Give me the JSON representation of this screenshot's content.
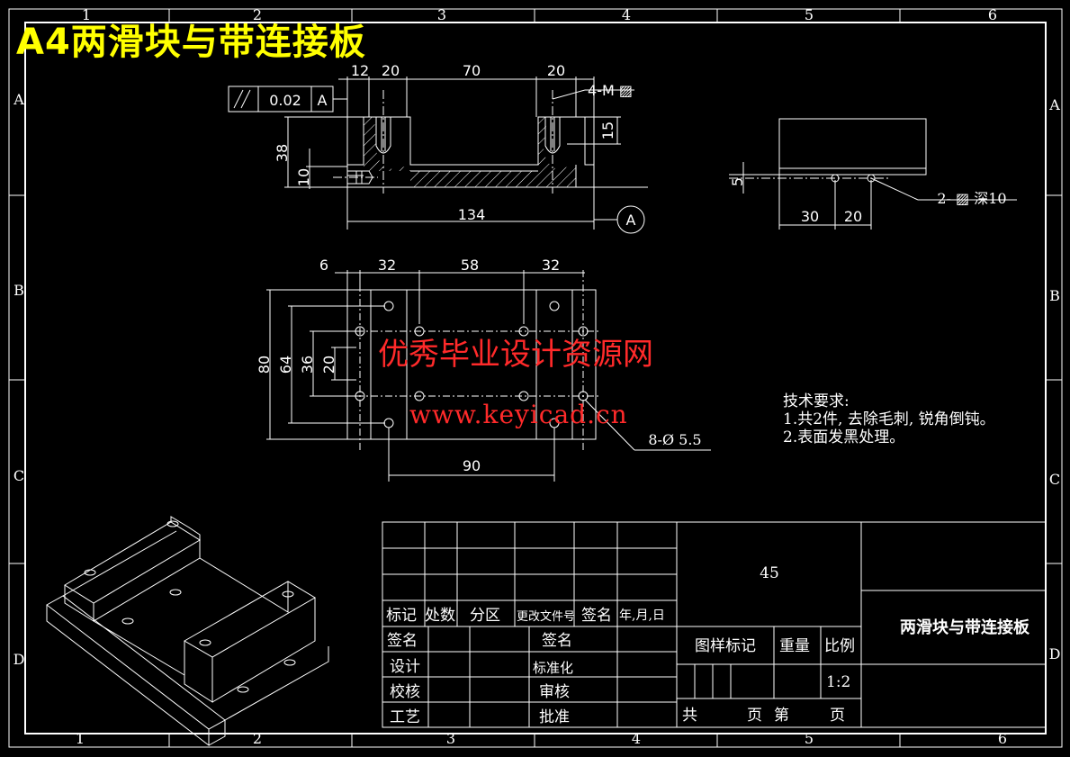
{
  "drawing": {
    "title": "A4两滑块与带连接板",
    "watermark_cn": "优秀毕业设计资源网",
    "watermark_url": "www.keyicad.cn",
    "frame": {
      "columns_top": [
        "1",
        "2",
        "3",
        "4",
        "5",
        "6"
      ],
      "columns_bottom": [
        "1",
        "2",
        "3",
        "4",
        "5",
        "6"
      ],
      "rows_left": [
        "A",
        "B",
        "C",
        "D"
      ],
      "rows_right": [
        "A",
        "B",
        "C",
        "D"
      ]
    },
    "front_view": {
      "dims_top": [
        "12",
        "20",
        "70",
        "20"
      ],
      "thread_note": "4-M ▨",
      "dim_15": "15",
      "dim_38": "38",
      "dim_10": "10",
      "dim_134": "134",
      "tolerance": {
        "symbol": "//",
        "value": "0.02",
        "datum": "A"
      },
      "datum_label": "A"
    },
    "side_view": {
      "dim_5": "5",
      "dim_30": "30",
      "dim_20": "20",
      "hole_note": "2- ▨ 深10"
    },
    "top_view": {
      "dims_top": [
        "6",
        "32",
        "58",
        "32"
      ],
      "dims_left": [
        "80",
        "64",
        "36",
        "20"
      ],
      "dim_90": "90",
      "hole_note": "8-Ø 5.5"
    },
    "tech_requirements": {
      "heading": "技术要求:",
      "items": [
        "1.共2件, 去除毛刺, 锐角倒钝。",
        "2.表面发黑处理。"
      ]
    },
    "title_block": {
      "material": "45",
      "part_name": "两滑块与带连接板",
      "header_row": [
        "标记",
        "处数",
        "分区",
        "更改文件号",
        "签名",
        "年,月,日"
      ],
      "sign_left": "签名",
      "sign_right": "签名",
      "design": "设计",
      "standardize": "标准化",
      "check": "校核",
      "review": "审核",
      "process": "工艺",
      "approve": "批准",
      "stage_mark": "图样标记",
      "weight": "重量",
      "scale_label": "比例",
      "scale_value": "1:2",
      "total": "共",
      "pages": "页",
      "nth": "第",
      "page_end": "页"
    }
  },
  "colors": {
    "background": "#000000",
    "lines": "#ffffff",
    "title": "#ffff00",
    "watermark": "#ff2a2a"
  }
}
